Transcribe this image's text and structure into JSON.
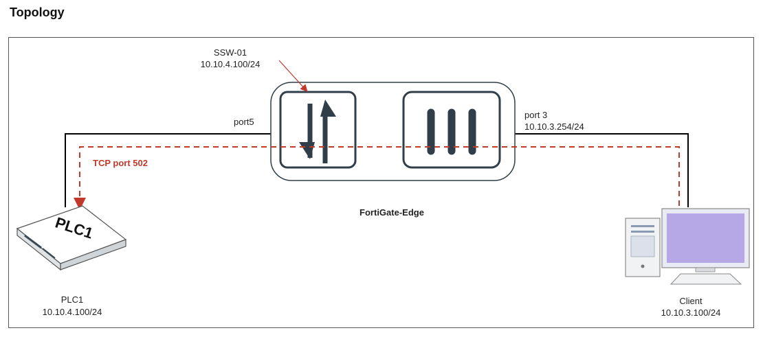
{
  "title": "Topology",
  "switch": {
    "name": "SSW-01",
    "ip": "10.10.4.100/24"
  },
  "firewall": {
    "name": "FortiGate-Edge"
  },
  "ports": {
    "left": "port5",
    "right_name": "port 3",
    "right_ip": "10.10.3.254/24"
  },
  "traffic": {
    "label": "TCP port 502",
    "color": "#c0392b"
  },
  "plc": {
    "device_label": "PLC1",
    "name": "PLC1",
    "ip": "10.10.4.100/24"
  },
  "client": {
    "name": "Client",
    "ip": "10.10.3.100/24"
  },
  "icons": {
    "switch": "switch-arrows-icon",
    "firewall": "firewall-bars-icon",
    "plc": "plc-device-icon",
    "client": "desktop-computer-icon"
  },
  "colors": {
    "device": "#2f3e48",
    "link": "#000000"
  }
}
